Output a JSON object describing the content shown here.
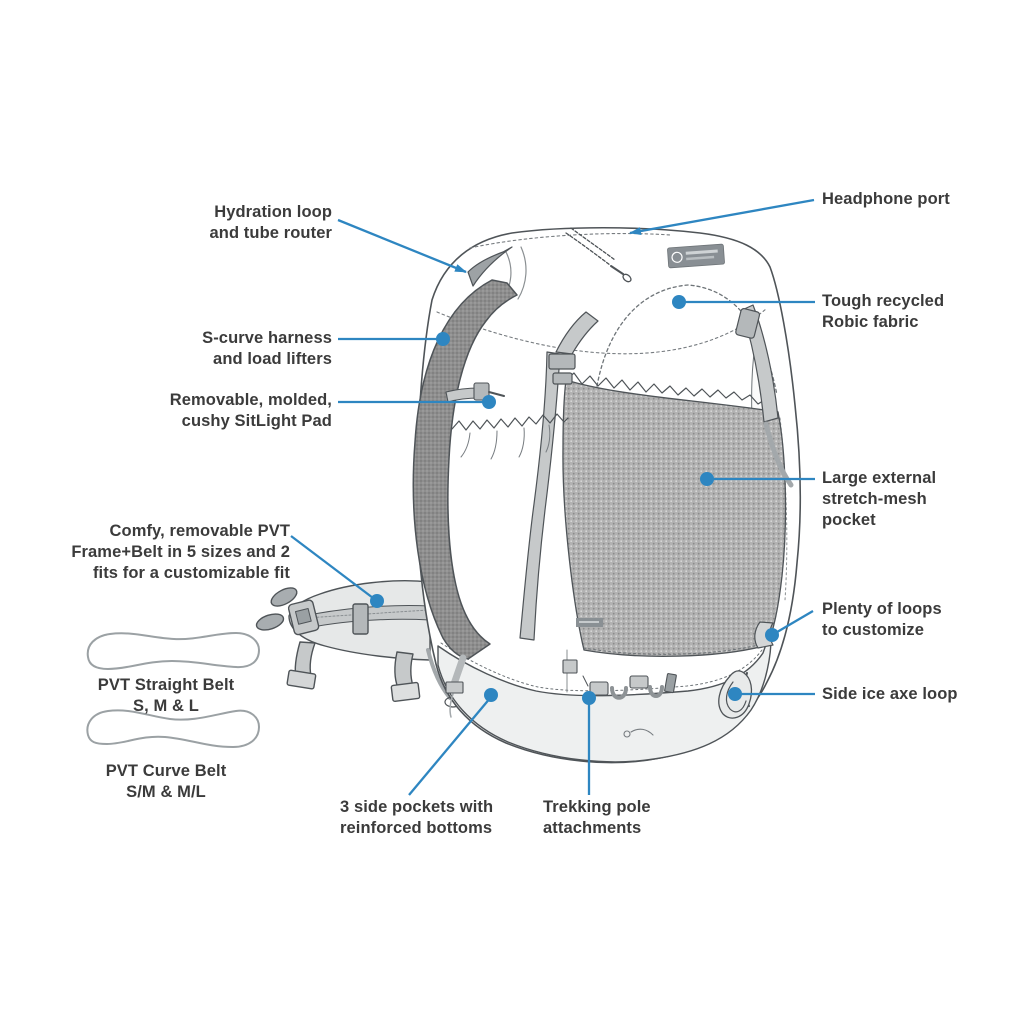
{
  "page": {
    "background": "#ffffff"
  },
  "colors": {
    "accent_blue": "#2e86c1",
    "label_text": "#3b3b3b",
    "line_art": "#4f5458",
    "mesh_gray": "#b0b0b0",
    "panel_light_gray": "#eef0f0"
  },
  "diagram": {
    "subject": "ultralight backpack feature diagram",
    "callouts": {
      "hydration": {
        "label": "Hydration loop\nand tube router",
        "pointer": "arrow"
      },
      "headphone": {
        "label": "Headphone port",
        "pointer": "arrow"
      },
      "s_curve": {
        "label": "S-curve harness\nand load lifters",
        "pointer": "dot"
      },
      "robic": {
        "label": "Tough recycled\nRobic fabric",
        "pointer": "dot"
      },
      "sitlight": {
        "label": "Removable, molded,\ncushy SitLight Pad",
        "pointer": "dot"
      },
      "pvt_frame": {
        "label": "Comfy, removable PVT\nFrame+Belt in 5 sizes and 2\nfits for a customizable fit",
        "pointer": "dot"
      },
      "mesh_pocket": {
        "label": "Large external\nstretch-mesh\npocket",
        "pointer": "dot"
      },
      "loops": {
        "label": "Plenty of loops\nto customize",
        "pointer": "dot"
      },
      "ice_axe": {
        "label": "Side ice axe loop",
        "pointer": "dot"
      },
      "side_pockets": {
        "label": "3 side pockets with\nreinforced bottoms",
        "pointer": "dot"
      },
      "trekking": {
        "label": "Trekking pole\nattachments",
        "pointer": "dot"
      }
    },
    "belt_options": [
      {
        "name": "straight",
        "label": "PVT Straight Belt\nS, M & L"
      },
      {
        "name": "curve",
        "label": "PVT Curve Belt\nS/M & M/L"
      }
    ]
  }
}
